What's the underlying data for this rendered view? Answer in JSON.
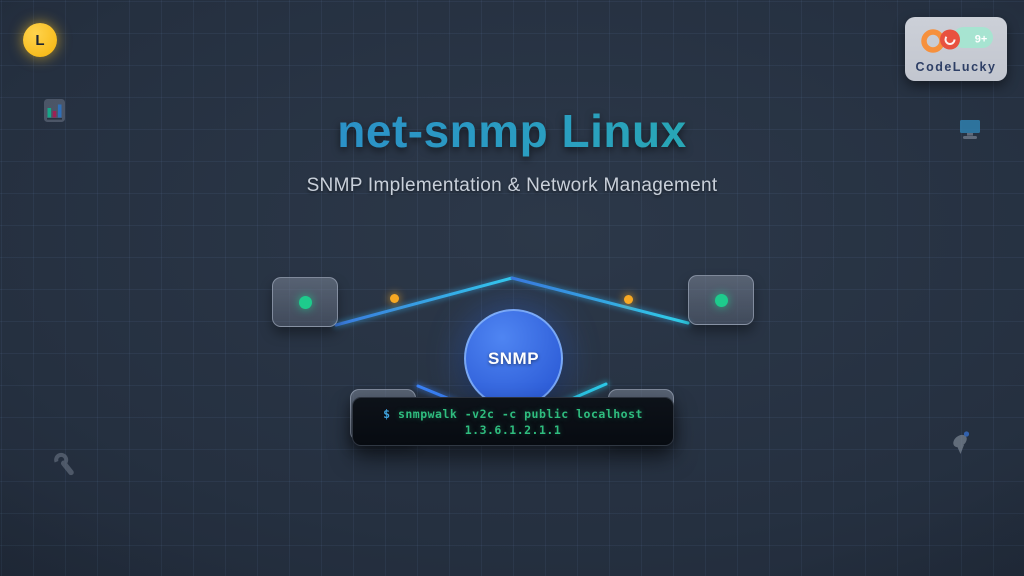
{
  "header": {
    "title": "net-snmp Linux",
    "subtitle": "SNMP Implementation & Network Management"
  },
  "brand": {
    "name": "CodeLucky",
    "badge_count": "9+"
  },
  "avatar": {
    "initial": "L"
  },
  "diagram": {
    "hub_label": "SNMP"
  },
  "terminal": {
    "prompt": "$",
    "command": "snmpwalk -v2c -c public localhost",
    "oid": "1.3.6.1.2.1.1"
  },
  "icons": {
    "top_left_badge": "avatar-initial",
    "left_small": "bar-chart-icon",
    "right_small": "monitor-icon",
    "bottom_left": "wrench-icon",
    "bottom_right": "satellite-dish-icon",
    "brand_logo": "infinity-logo-icon"
  },
  "colors": {
    "title_gradient_start": "#2c86cd",
    "title_gradient_end": "#25b3a0",
    "hub_blue": "#3a6ce8",
    "line_blue": "#3b82f6",
    "line_cyan": "#2fd0e8",
    "status_green": "#1ecb8c",
    "packet_orange": "#f7a823",
    "avatar_yellow": "#f8bc1c",
    "terminal_green": "#2fbd7f",
    "terminal_prompt_blue": "#3fa3de",
    "background_navy": "#1d2634"
  }
}
